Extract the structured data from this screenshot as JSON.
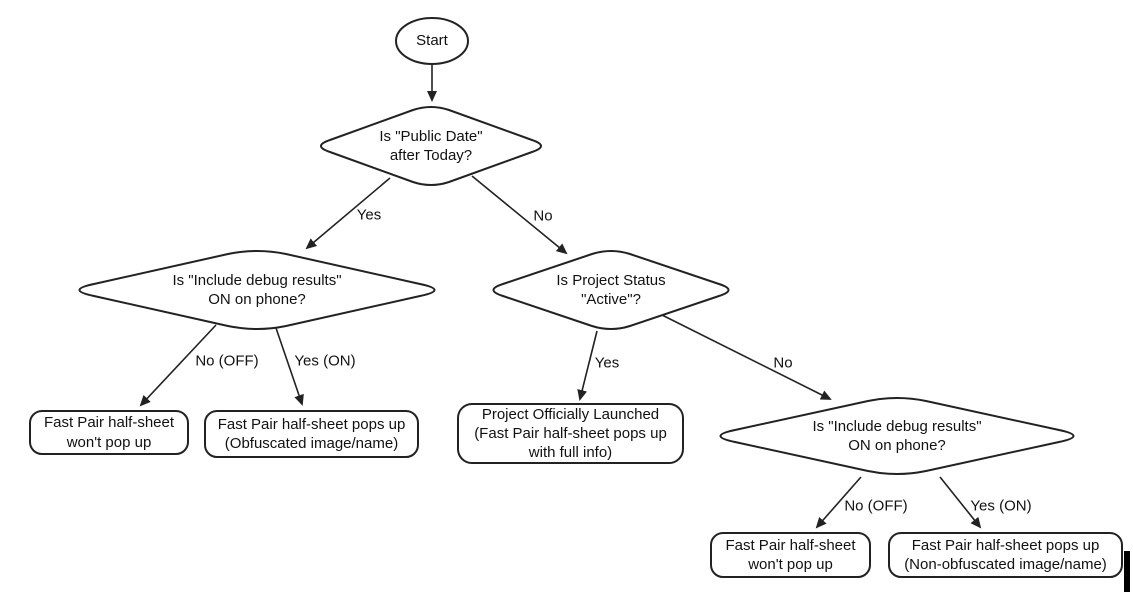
{
  "flowchart": {
    "colors": {
      "stroke": "#222222",
      "text": "#111111",
      "background": "#ffffff"
    },
    "nodes": {
      "start": {
        "shape": "ellipse",
        "label": "Start"
      },
      "publicDate": {
        "shape": "diamond",
        "label": "Is \"Public Date\"\nafter Today?"
      },
      "debugLeft": {
        "shape": "diamond",
        "label": "Is \"Include debug results\"\nON on phone?"
      },
      "projectStatus": {
        "shape": "diamond",
        "label": "Is Project Status\n\"Active\"?"
      },
      "debugRight": {
        "shape": "diamond",
        "label": "Is \"Include debug results\"\nON on phone?"
      },
      "noPopupLeft": {
        "shape": "rounded-rect",
        "label": "Fast Pair half-sheet\nwon't pop up"
      },
      "obfuscated": {
        "shape": "rounded-rect",
        "label": "Fast Pair half-sheet pops up\n(Obfuscated image/name)"
      },
      "launched": {
        "shape": "rounded-rect",
        "label": "Project Officially Launched\n(Fast Pair half-sheet pops up\nwith full info)"
      },
      "noPopupRight": {
        "shape": "rounded-rect",
        "label": "Fast Pair half-sheet\nwon't pop up"
      },
      "nonObfuscated": {
        "shape": "rounded-rect",
        "label": "Fast Pair half-sheet pops up\n(Non-obfuscated image/name)"
      }
    },
    "edge_labels": {
      "yesTop": "Yes",
      "noTop": "No",
      "noOffLeft": "No (OFF)",
      "yesOnLeft": "Yes (ON)",
      "yesMid": "Yes",
      "noMid": "No",
      "noOffRight": "No (OFF)",
      "yesOnRight": "Yes (ON)"
    }
  }
}
